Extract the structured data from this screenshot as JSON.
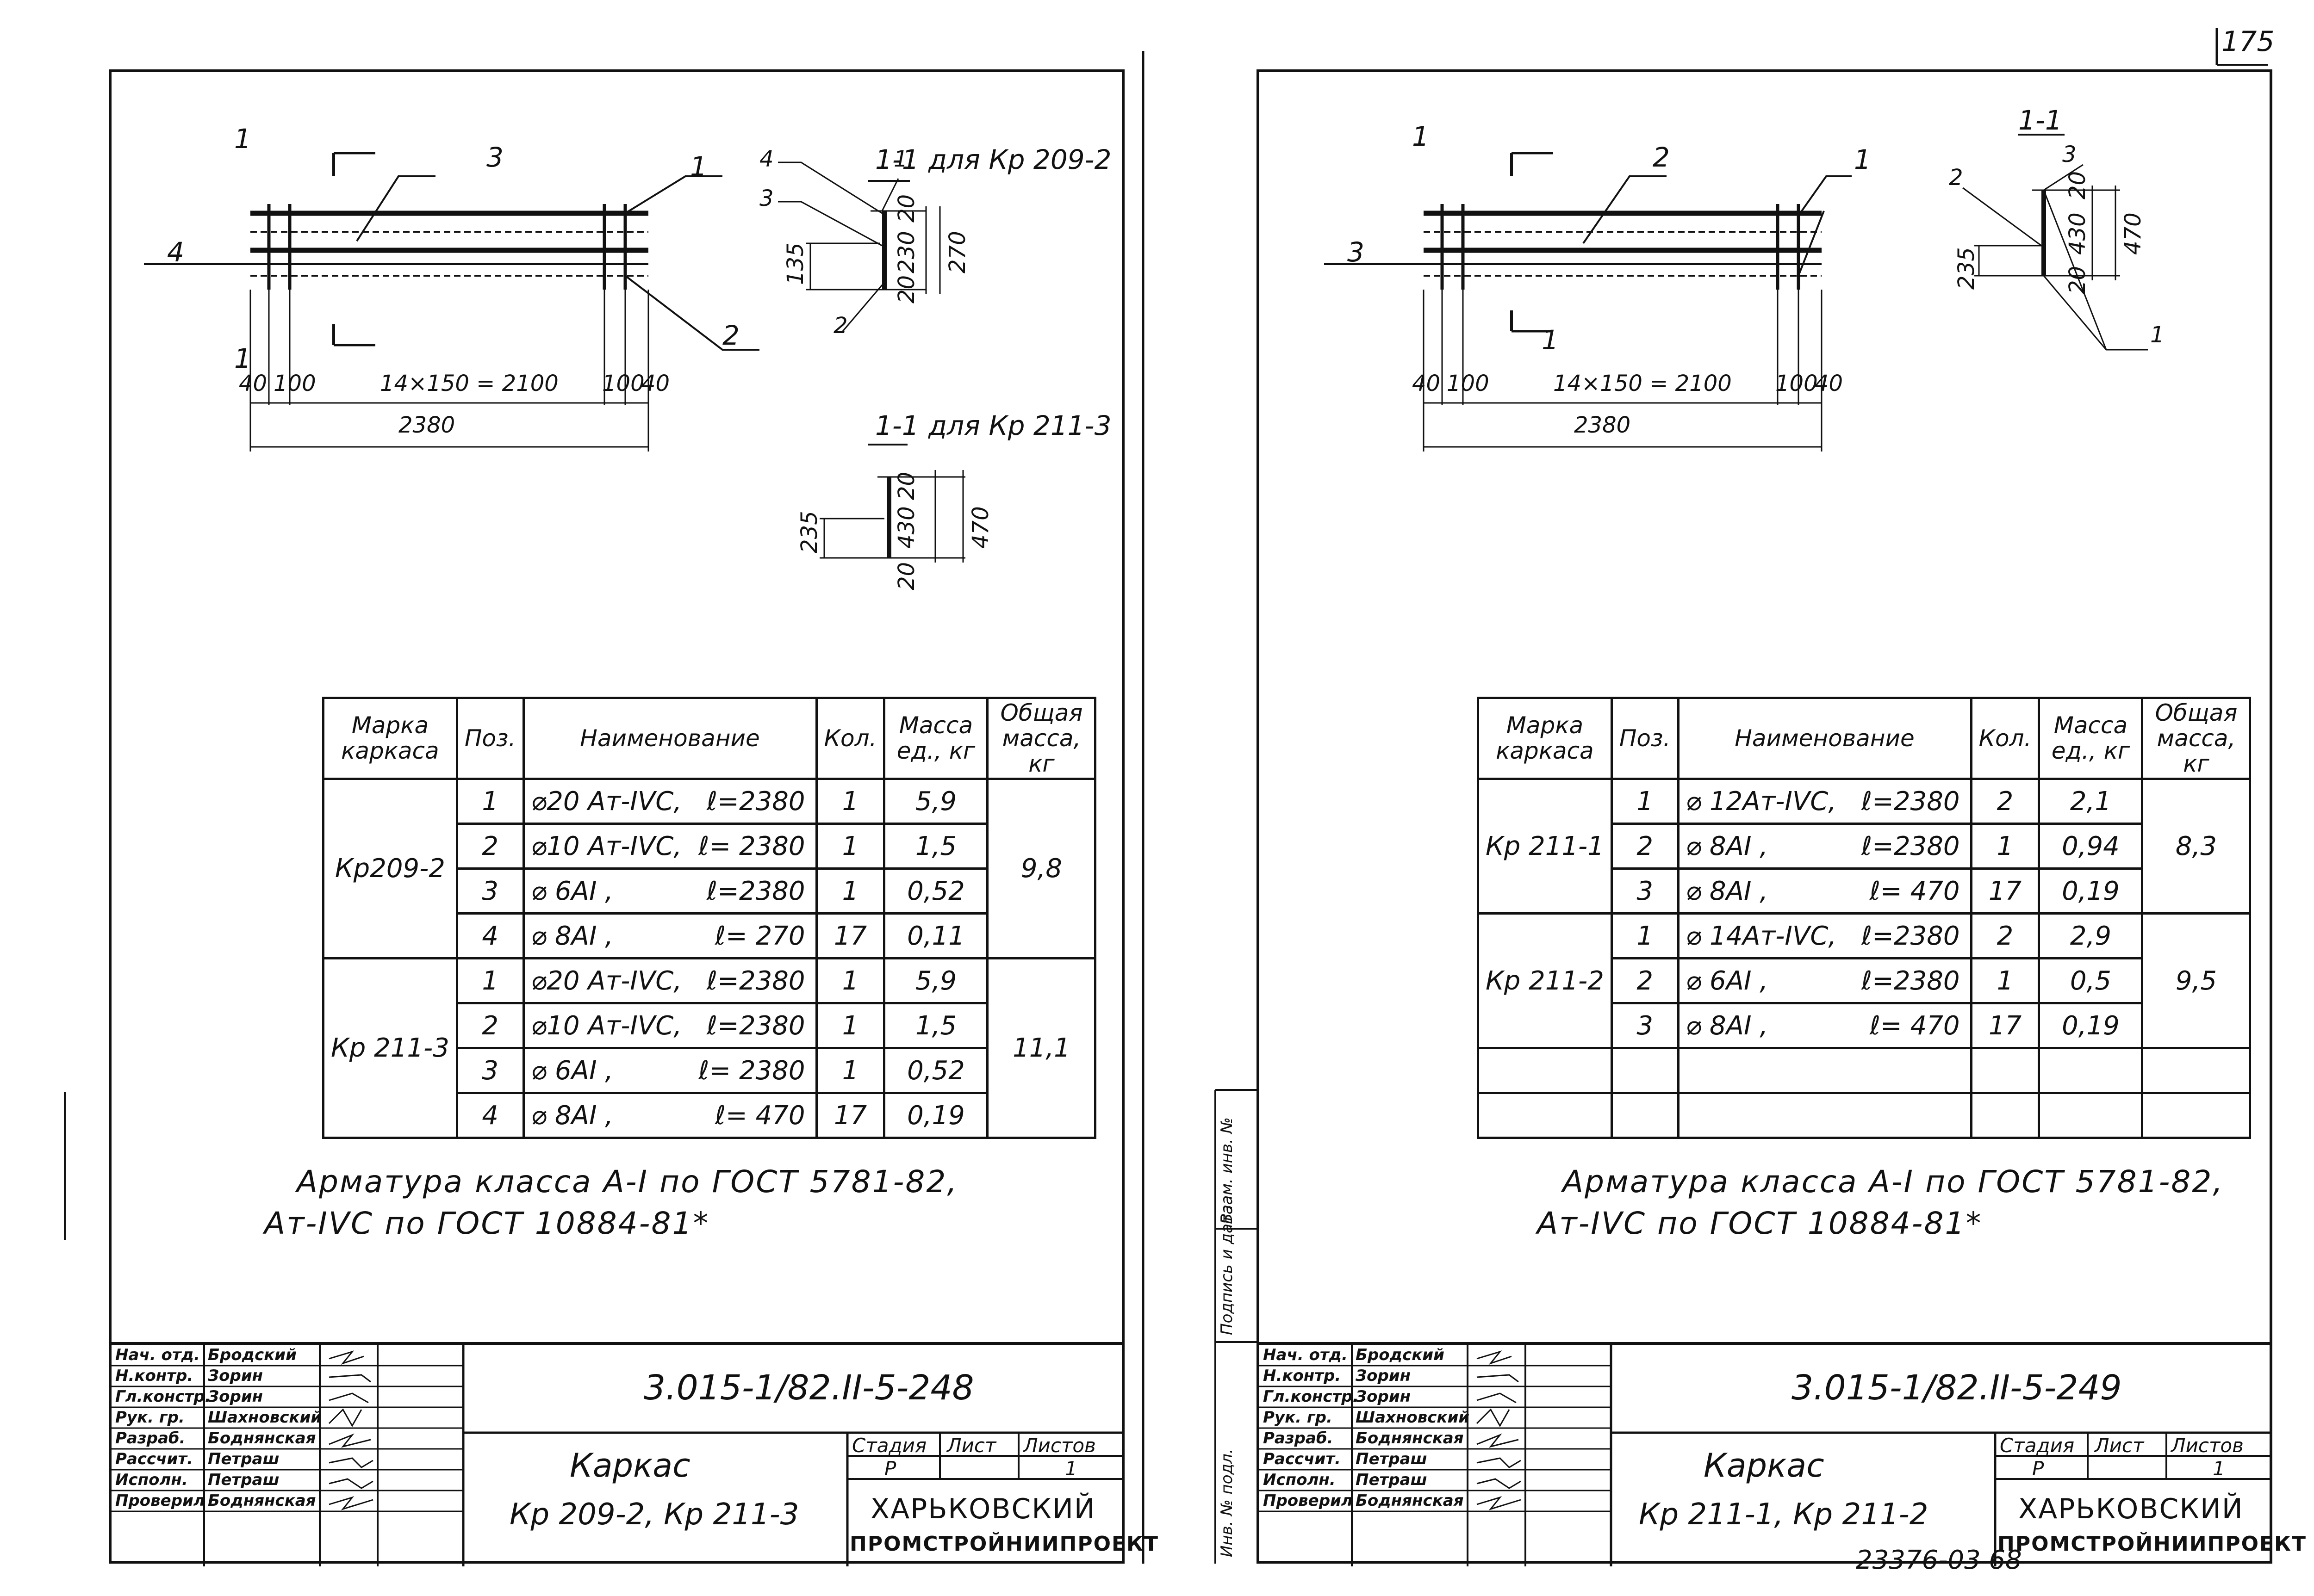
{
  "page_number": "175",
  "archive_number": "23376-03  68",
  "left": {
    "section_a": "1-1",
    "section_a_label": "для Кр 209-2",
    "section_b": "1-1",
    "section_b_label": "для Кр 211-3",
    "marks": {
      "cut": "1",
      "p1": "1",
      "p2": "2",
      "p3": "3",
      "p4": "4"
    },
    "dims": {
      "d40a": "40",
      "d100a": "100",
      "d_span": "14×150 = 2100",
      "d100b": "100",
      "d40b": "40",
      "d_total": "2380"
    },
    "sec_a": {
      "p4": "4",
      "p1": "1",
      "p3": "3",
      "p2": "2",
      "d135": "135",
      "d20a": "20",
      "d230": "230",
      "d20b": "20",
      "d270": "270"
    },
    "sec_b": {
      "d235": "235",
      "d20a": "20",
      "d430": "430",
      "d20b": "20",
      "d470": "470"
    },
    "table": {
      "headers": [
        "Марка каркаса",
        "Поз.",
        "Наименование",
        "Кол.",
        "Масса ед., кг",
        "Общая масса, кг"
      ],
      "groups": [
        {
          "mark": "Кр209-2",
          "total": "9,8",
          "rows": [
            {
              "pos": "1",
              "name": "⌀20 Ат-IVС,",
              "len": "ℓ=2380",
              "qty": "1",
              "mass": "5,9"
            },
            {
              "pos": "2",
              "name": "⌀10 Ат-IVС,",
              "len": "ℓ= 2380",
              "qty": "1",
              "mass": "1,5"
            },
            {
              "pos": "3",
              "name": "⌀ 6AI ,",
              "len": "ℓ=2380",
              "qty": "1",
              "mass": "0,52"
            },
            {
              "pos": "4",
              "name": "⌀ 8AI ,",
              "len": "ℓ= 270",
              "qty": "17",
              "mass": "0,11"
            }
          ]
        },
        {
          "mark": "Кр 211-3",
          "total": "11,1",
          "rows": [
            {
              "pos": "1",
              "name": "⌀20 Ат-IVС,",
              "len": "ℓ=2380",
              "qty": "1",
              "mass": "5,9"
            },
            {
              "pos": "2",
              "name": "⌀10 Ат-IVС,",
              "len": "ℓ=2380",
              "qty": "1",
              "mass": "1,5"
            },
            {
              "pos": "3",
              "name": "⌀ 6AI ,",
              "len": "ℓ= 2380",
              "qty": "1",
              "mass": "0,52"
            },
            {
              "pos": "4",
              "name": "⌀ 8AI ,",
              "len": "ℓ= 470",
              "qty": "17",
              "mass": "0,19"
            }
          ]
        }
      ]
    },
    "note_line1": "Арматура класса А-I по ГОСТ 5781-82,",
    "note_line2": "Ат-IVС по ГОСТ 10884-81*",
    "titleblock": {
      "roles": [
        "Нач. отд.",
        "Н.контр.",
        "Гл.констр.",
        "Рук. гр.",
        "Разраб.",
        "Рассчит.",
        "Исполн.",
        "Проверил"
      ],
      "names": [
        "Бродский",
        "Зорин",
        "Зорин",
        "Шахновский",
        "Боднянская",
        "Петраш",
        "Петраш",
        "Боднянская"
      ],
      "code": "3.015-1/82.II-5-248",
      "title": "Каркас",
      "subtitle": "Кр 209-2, Кр 211-3",
      "stage_h": "Стадия",
      "sheet_h": "Лист",
      "sheets_h": "Листов",
      "stage": "Р",
      "sheet": "",
      "sheets": "1",
      "org1": "ХАРЬКОВСКИЙ",
      "org2": "ПРОМСТРОЙНИИПРОЕКТ"
    }
  },
  "right": {
    "section_a": "1-1",
    "marks": {
      "cut": "1",
      "p1": "1",
      "p2": "2",
      "p3": "3"
    },
    "dims": {
      "d40a": "40",
      "d100a": "100",
      "d_span": "14×150 = 2100",
      "d100b": "100",
      "d40b": "40",
      "d_total": "2380"
    },
    "sec_a": {
      "p2": "2",
      "p3": "3",
      "p1": "1",
      "d235": "235",
      "d20a": "20",
      "d430": "430",
      "d20b": "20",
      "d470": "470"
    },
    "table": {
      "headers": [
        "Марка каркаса",
        "Поз.",
        "Наименование",
        "Кол.",
        "Масса ед., кг",
        "Общая масса, кг"
      ],
      "groups": [
        {
          "mark": "Кр 211-1",
          "total": "8,3",
          "rows": [
            {
              "pos": "1",
              "name": "⌀ 12Ат-IVС,",
              "len": "ℓ=2380",
              "qty": "2",
              "mass": "2,1"
            },
            {
              "pos": "2",
              "name": "⌀ 8AI ,",
              "len": "ℓ=2380",
              "qty": "1",
              "mass": "0,94"
            },
            {
              "pos": "3",
              "name": "⌀ 8AI ,",
              "len": "ℓ= 470",
              "qty": "17",
              "mass": "0,19"
            }
          ]
        },
        {
          "mark": "Кр 211-2",
          "total": "9,5",
          "rows": [
            {
              "pos": "1",
              "name": "⌀ 14Ат-IVС,",
              "len": "ℓ=2380",
              "qty": "2",
              "mass": "2,9"
            },
            {
              "pos": "2",
              "name": "⌀ 6AI ,",
              "len": "ℓ=2380",
              "qty": "1",
              "mass": "0,5"
            },
            {
              "pos": "3",
              "name": "⌀ 8AI ,",
              "len": "ℓ= 470",
              "qty": "17",
              "mass": "0,19"
            }
          ]
        }
      ]
    },
    "note_line1": "Арматура класса А-I по ГОСТ 5781-82,",
    "note_line2": "Ат-IVС по ГОСТ 10884-81*",
    "side_labels": [
      "Инв. № подл.",
      "Подпись и дата",
      "Взам. инв. №"
    ],
    "titleblock": {
      "roles": [
        "Нач. отд.",
        "Н.контр.",
        "Гл.констр.",
        "Рук. гр.",
        "Разраб.",
        "Рассчит.",
        "Исполн.",
        "Проверил"
      ],
      "names": [
        "Бродский",
        "Зорин",
        "Зорин",
        "Шахновский",
        "Боднянская",
        "Петраш",
        "Петраш",
        "Боднянская"
      ],
      "code": "3.015-1/82.II-5-249",
      "title": "Каркас",
      "subtitle": "Кр 211-1, Кр 211-2",
      "stage_h": "Стадия",
      "sheet_h": "Лист",
      "sheets_h": "Листов",
      "stage": "Р",
      "sheet": "",
      "sheets": "1",
      "org1": "ХАРЬКОВСКИЙ",
      "org2": "ПРОМСТРОЙНИИПРОЕКТ"
    }
  }
}
